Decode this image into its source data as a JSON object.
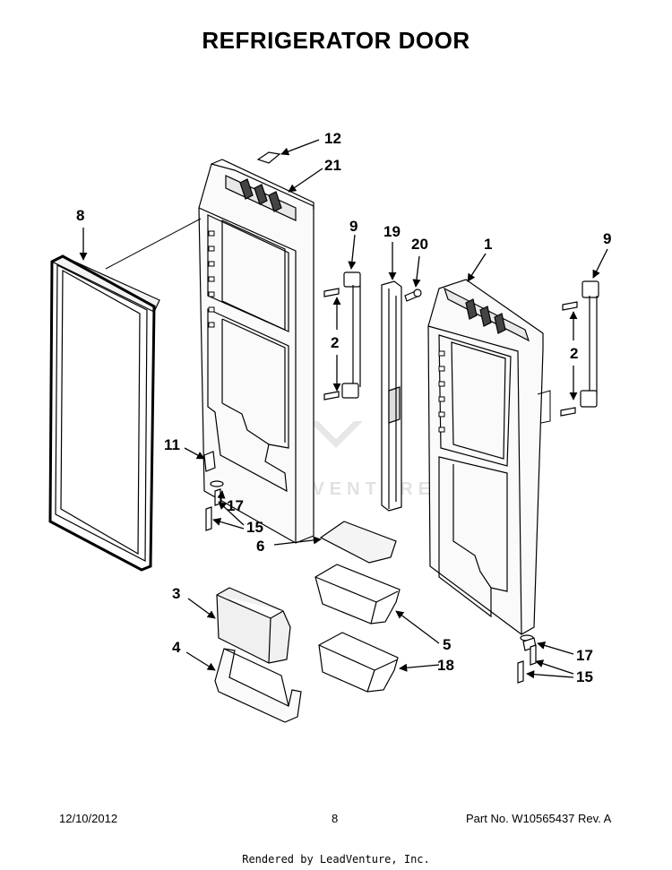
{
  "title": "REFRIGERATOR DOOR",
  "callouts": [
    "12",
    "21",
    "8",
    "9",
    "19",
    "20",
    "1",
    "9",
    "2",
    "2",
    "11",
    "17",
    "15",
    "6",
    "3",
    "4",
    "5",
    "18",
    "17",
    "15"
  ],
  "watermark": "LEADVENTURE",
  "footer": {
    "date": "12/10/2012",
    "page": "8",
    "part": "Part No.  W10565437  Rev.  A"
  },
  "render_note": "Rendered by LeadVenture, Inc."
}
